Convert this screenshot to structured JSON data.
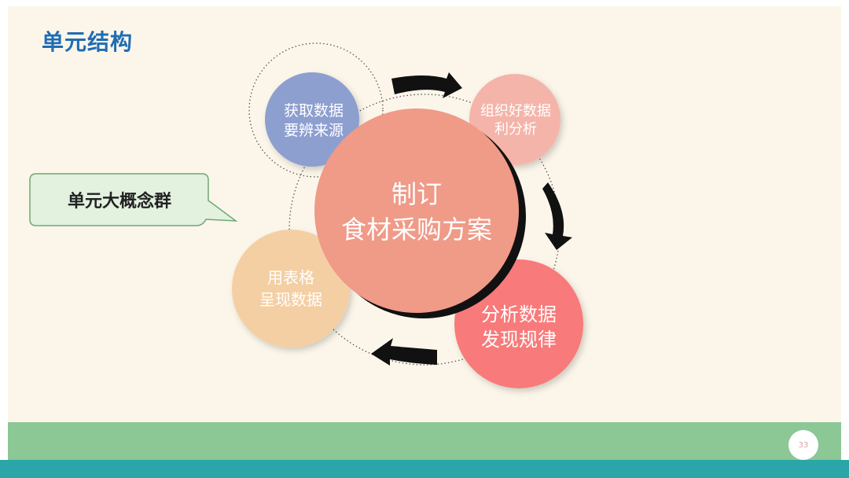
{
  "title": "单元结构",
  "callout": {
    "label": "单元大概念群"
  },
  "center": {
    "line1": "制订",
    "line2": "食材采购方案"
  },
  "nodes": [
    {
      "line1": "获取数据",
      "line2": "要辨来源",
      "color": "#8d9fcf"
    },
    {
      "line1": "组织好数据",
      "line2": "利分析",
      "color": "#f5b4a9"
    },
    {
      "line1": "分析数据",
      "line2": "发现规律",
      "color": "#f87a7a"
    },
    {
      "line1": "用表格",
      "line2": "呈现数据",
      "color": "#f4cfa3"
    }
  ],
  "center_color": "#f09a88",
  "page_number": "33"
}
